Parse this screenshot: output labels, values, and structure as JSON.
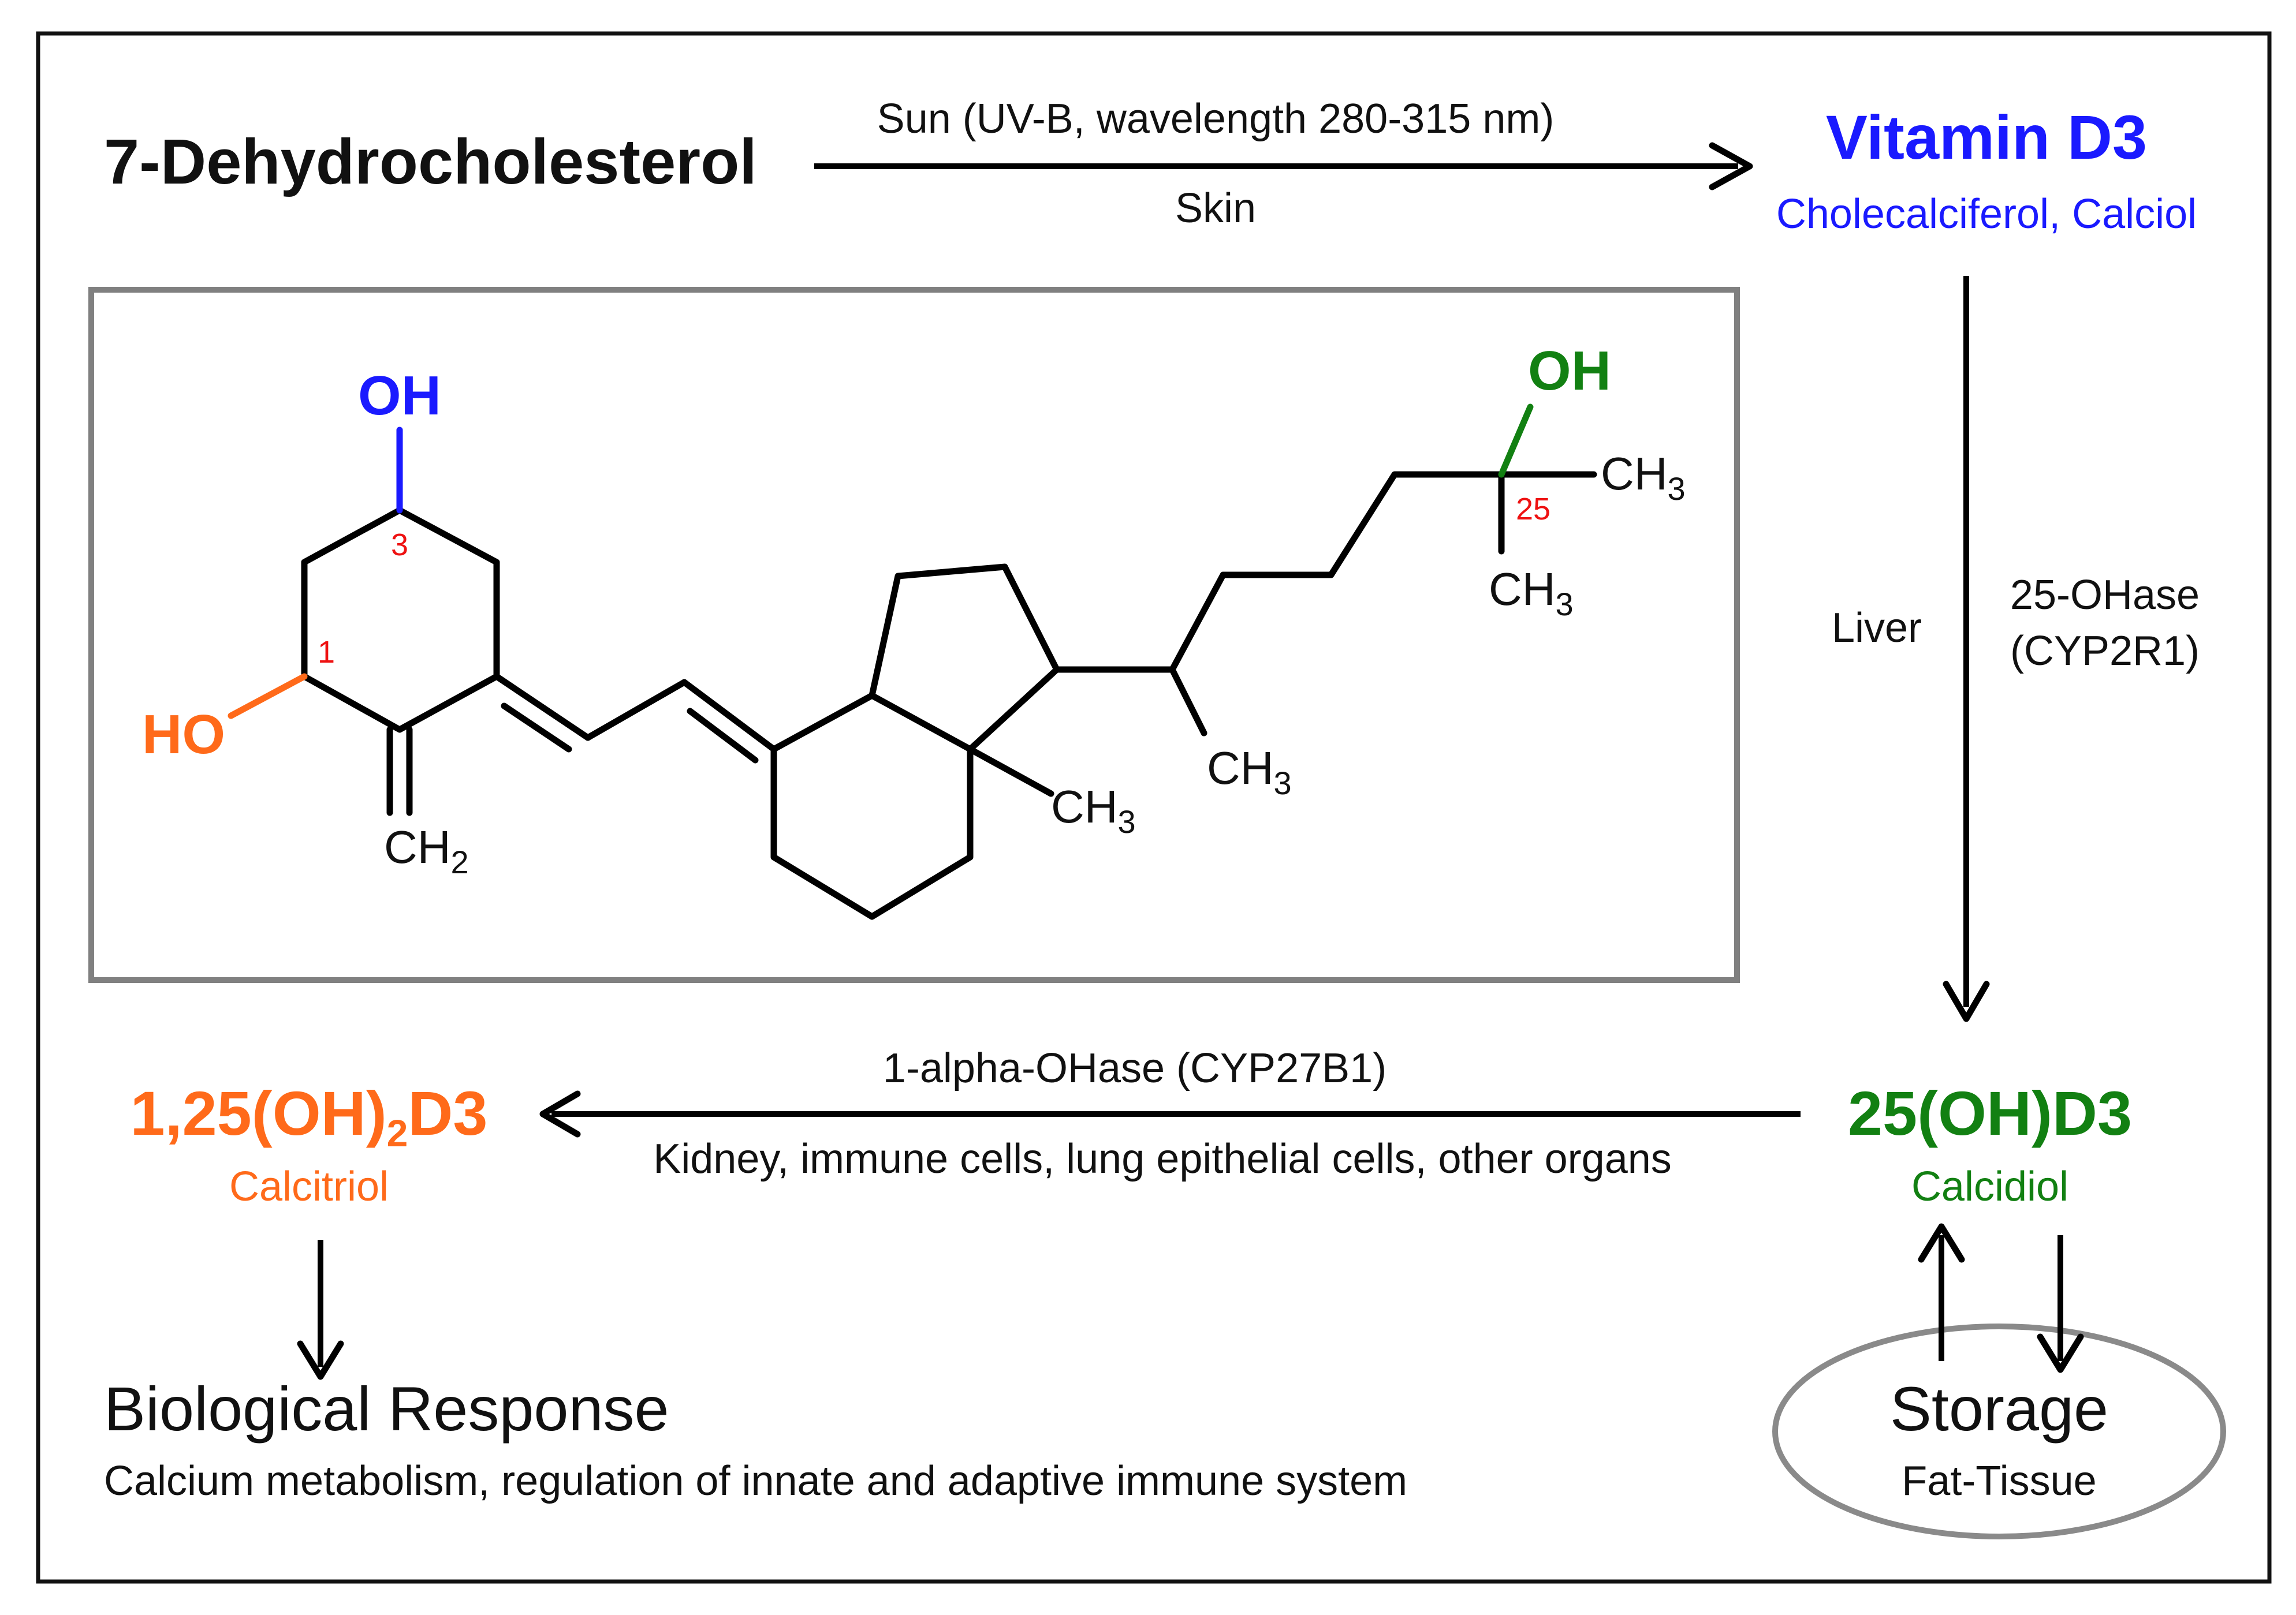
{
  "colors": {
    "vitamin_d3": "#1a1aff",
    "calcidiol": "#128012",
    "calcitriol": "#ff6a1a",
    "atom_number": "#ee1111",
    "storage_outline": "#8a8a8a",
    "inner_frame": "#808080"
  },
  "top": {
    "precursor": "7-Dehydrocholesterol",
    "arrow_label_top": "Sun (UV-B, wavelength 280-315 nm)",
    "arrow_label_bottom": "Skin",
    "product_name": "Vitamin D3",
    "product_synonyms": "Cholecalciferol, Calciol"
  },
  "right": {
    "location": "Liver",
    "enzyme_line1": "25-OHase",
    "enzyme_line2": "(CYP2R1)"
  },
  "calcidiol": {
    "name": "25(OH)D3",
    "common_name": "Calcidiol"
  },
  "middle_arrow": {
    "label_top": "1-alpha-OHase (CYP27B1)",
    "label_bottom": "Kidney, immune cells, lung epithelial cells, other organs"
  },
  "calcitriol": {
    "name_part1": "1,25(OH)",
    "name_sub": "2",
    "name_part2": "D3",
    "common_name": "Calcitriol"
  },
  "response": {
    "title": "Biological Response",
    "description": "Calcium metabolism, regulation of innate and adaptive immune system"
  },
  "storage": {
    "title": "Storage",
    "subtitle": "Fat-Tissue"
  },
  "structure": {
    "oh_top": "OH",
    "oh_right": "OH",
    "ho_left": "HO",
    "ch_main": "CH",
    "sub_3": "3",
    "sub_2": "2",
    "num_3": "3",
    "num_1": "1",
    "num_25": "25"
  }
}
